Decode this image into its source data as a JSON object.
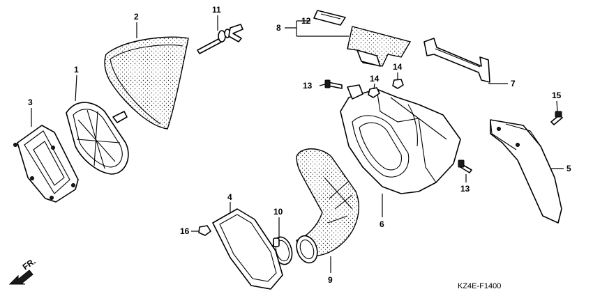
{
  "diagram_code": "KZ4E-F1400",
  "front_label": "FR.",
  "callouts": [
    "1",
    "2",
    "3",
    "4",
    "5",
    "6",
    "7",
    "8",
    "9",
    "10",
    "11",
    "12",
    "13",
    "13",
    "14",
    "14",
    "15",
    "16"
  ]
}
